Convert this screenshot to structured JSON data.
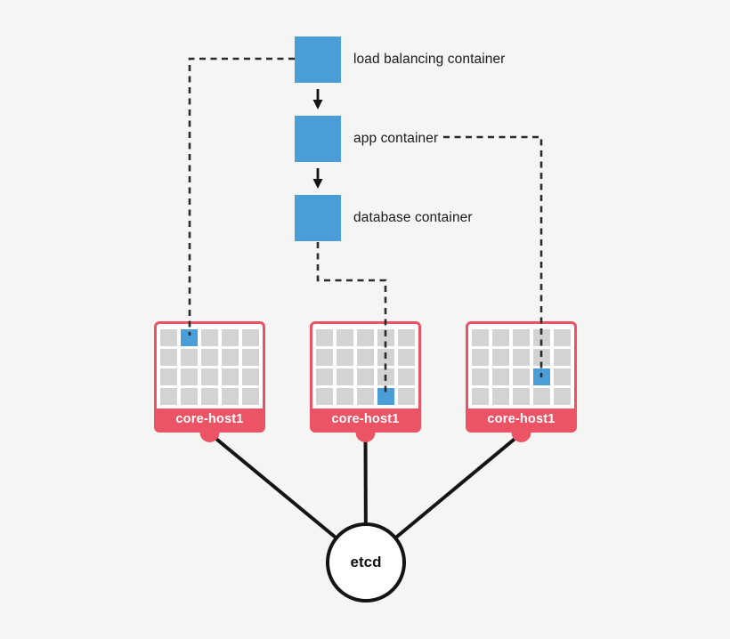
{
  "diagram": {
    "containers": [
      {
        "label": "load balancing container"
      },
      {
        "label": "app container"
      },
      {
        "label": "database container"
      }
    ],
    "hosts": [
      {
        "name": "core-host1",
        "grid_rows": 4,
        "grid_cols": 5,
        "highlighted_cell": {
          "row": 0,
          "col": 1
        }
      },
      {
        "name": "core-host1",
        "grid_rows": 4,
        "grid_cols": 5,
        "highlighted_cell": {
          "row": 3,
          "col": 3
        }
      },
      {
        "name": "core-host1",
        "grid_rows": 4,
        "grid_cols": 5,
        "highlighted_cell": {
          "row": 2,
          "col": 3
        }
      }
    ],
    "cluster_node": {
      "label": "etcd"
    },
    "colors": {
      "container_blue": "#4a9dd7",
      "host_red": "#ec5465",
      "grid_cell_gray": "#d3d3d3",
      "solid_line_black": "#141414",
      "dashed_line_dark": "#2b2b2b",
      "background": "#f5f5f4",
      "label_text": "#1b1b1b"
    }
  }
}
